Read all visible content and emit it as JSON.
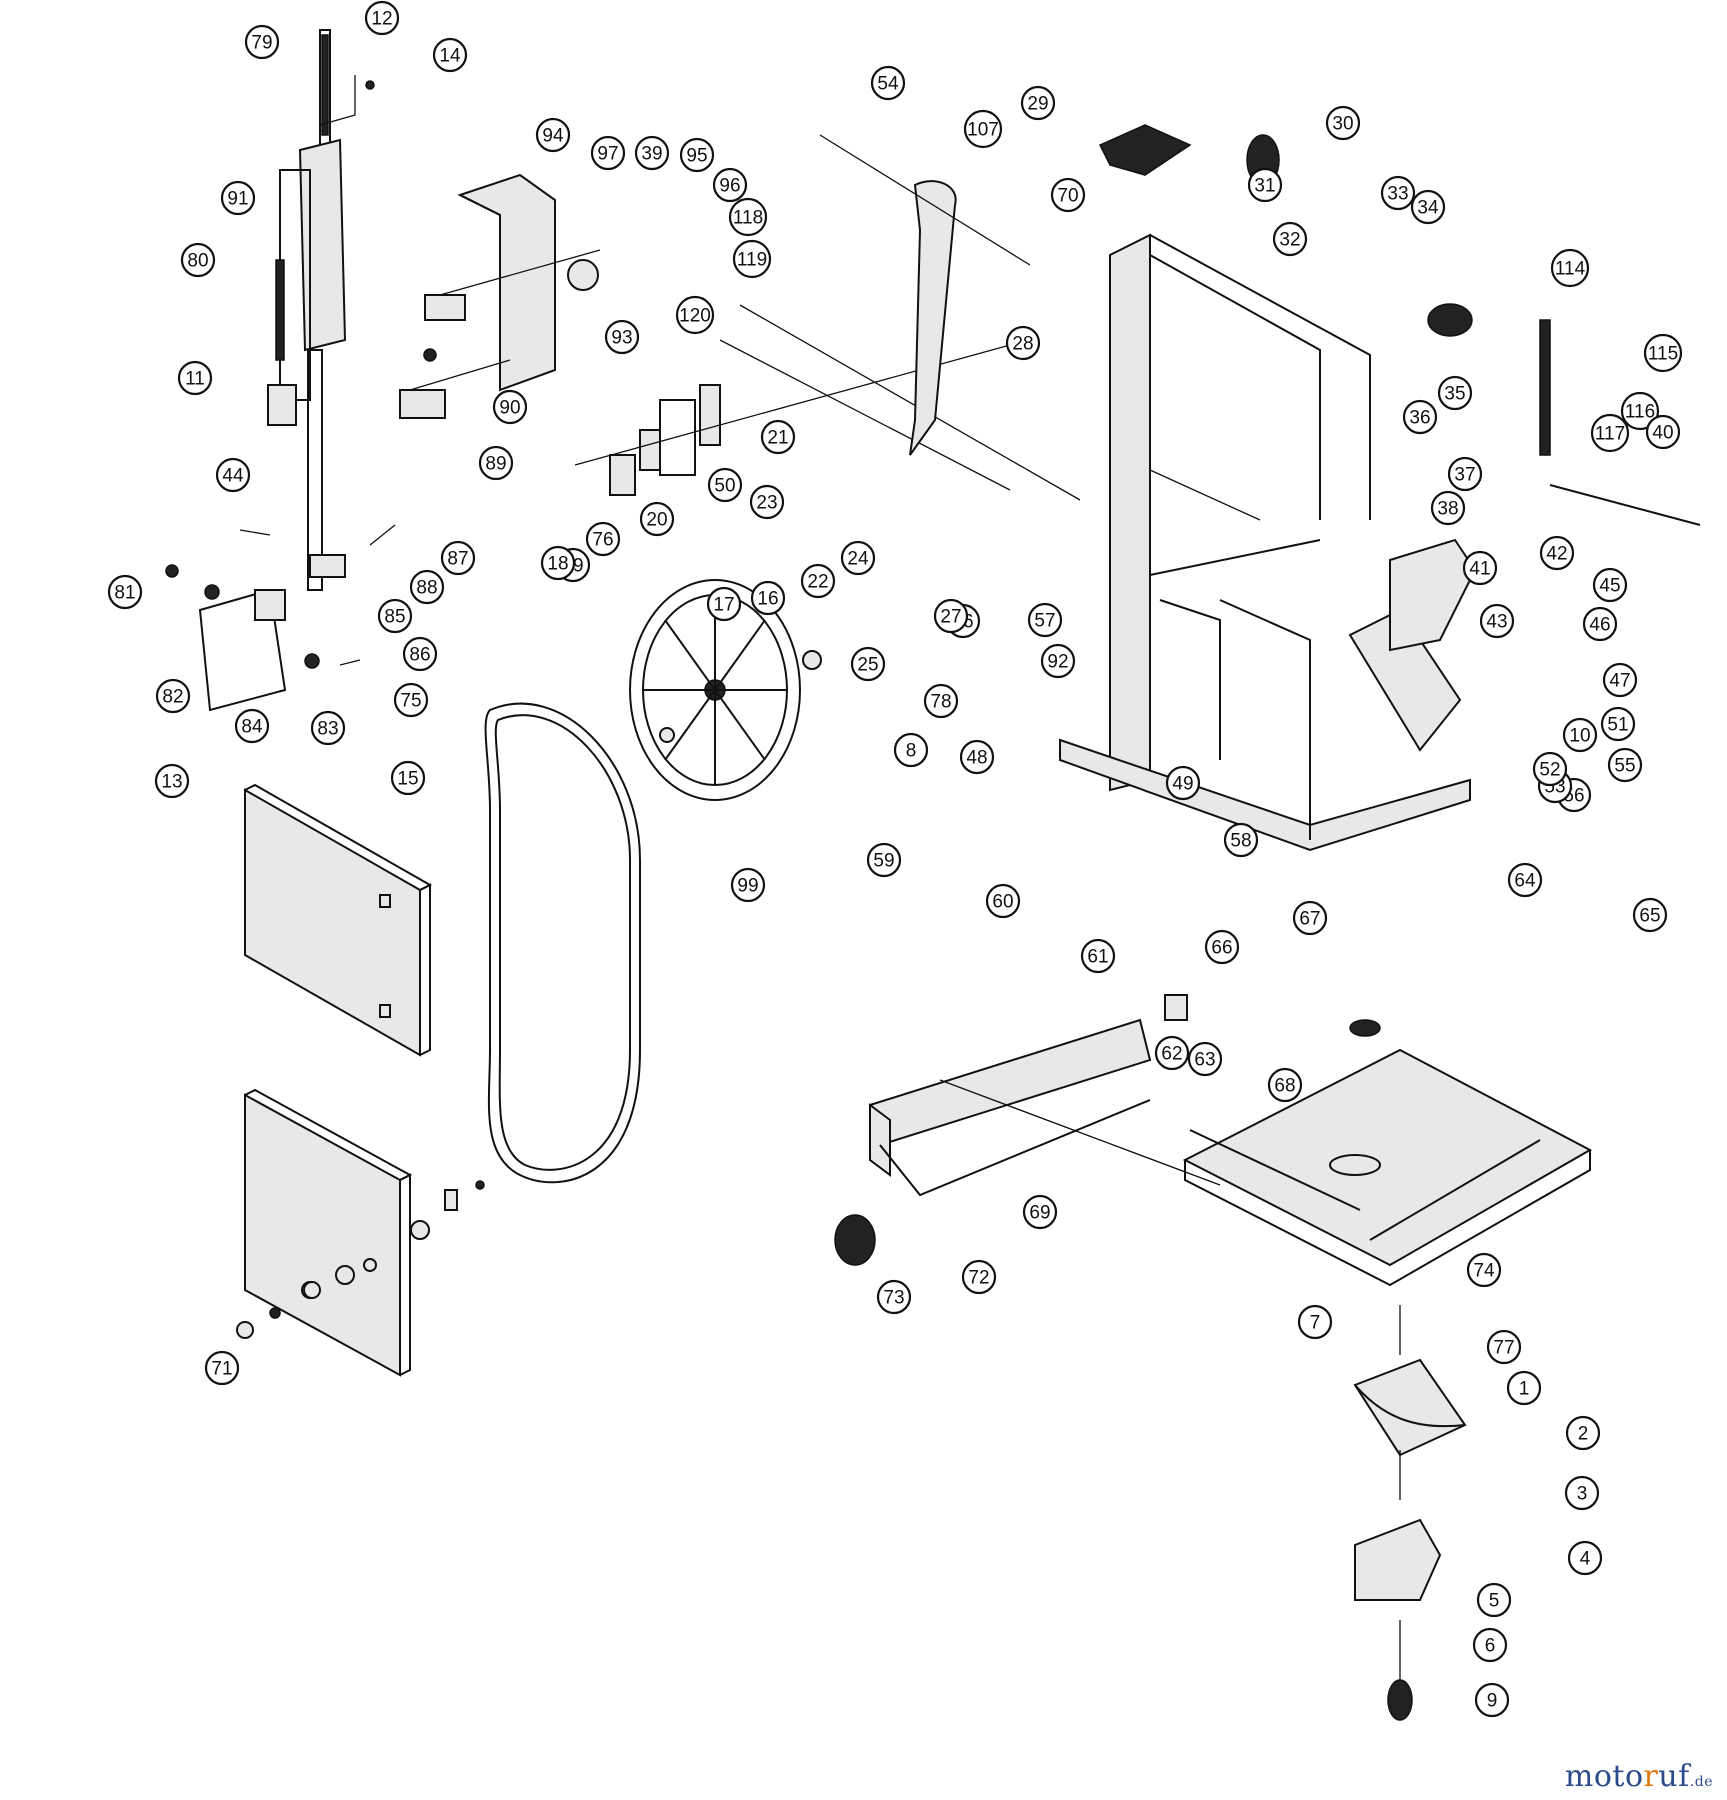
{
  "brand": {
    "part1": "moto",
    "part2": "r",
    "part3": "uf",
    "suffix": ".de"
  },
  "callouts": [
    "79",
    "12",
    "14",
    "91",
    "80",
    "11",
    "44",
    "87",
    "88",
    "81",
    "85",
    "86",
    "82",
    "84",
    "83",
    "75",
    "94",
    "97",
    "39",
    "95",
    "96",
    "118",
    "119",
    "120",
    "93",
    "90",
    "89",
    "21",
    "50",
    "20",
    "76",
    "19",
    "18",
    "23",
    "24",
    "22",
    "16",
    "17",
    "25",
    "26",
    "27",
    "57",
    "15",
    "99",
    "13",
    "54",
    "107",
    "29",
    "70",
    "28",
    "30",
    "31",
    "32",
    "33",
    "34",
    "35",
    "36",
    "37",
    "38",
    "114",
    "115",
    "116",
    "117",
    "40",
    "41",
    "42",
    "43",
    "45",
    "46",
    "47",
    "10",
    "55",
    "56",
    "51",
    "53",
    "52",
    "78",
    "92",
    "8",
    "48",
    "49",
    "59",
    "60",
    "58",
    "64",
    "65",
    "67",
    "66",
    "61",
    "62",
    "63",
    "68",
    "69",
    "72",
    "73",
    "74",
    "7",
    "77",
    "1",
    "2",
    "3",
    "4",
    "5",
    "6",
    "9",
    "71"
  ]
}
